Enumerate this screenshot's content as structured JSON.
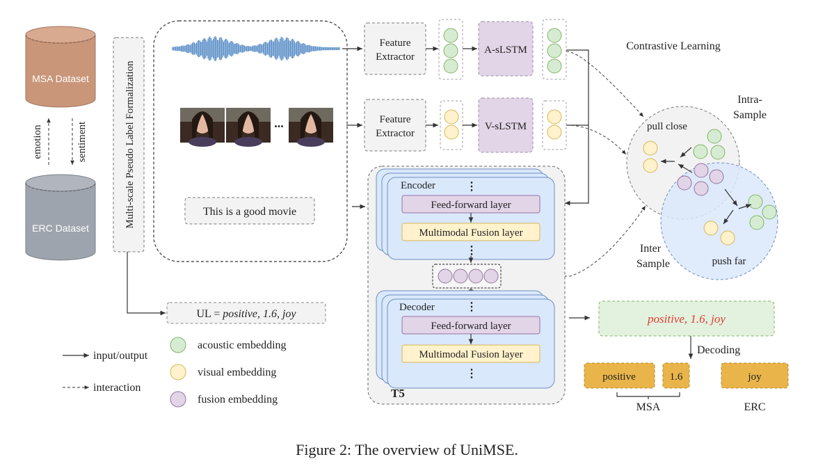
{
  "datasets": {
    "msa": "MSA Dataset",
    "erc": "ERC Dataset",
    "down_label": "emotion",
    "up_label": "sentiment"
  },
  "pseudo_label": {
    "formalization": "Multi-scale Pseudo Label Formalization",
    "ul_prefix": "UL = ",
    "ul_value": "positive, 1.6, joy"
  },
  "inputs": {
    "ellipsis": "...",
    "text_utterance": "This is a good movie"
  },
  "pipeline": {
    "feature_extractor_1": "Feature",
    "feature_extractor_2": "Extractor",
    "a_lstm": "A-sLSTM",
    "v_lstm": "V-sLSTM"
  },
  "t5": {
    "label": "T5",
    "encoder": "Encoder",
    "decoder": "Decoder",
    "ff_layer": "Feed-forward layer",
    "fusion_layer": "Multimodal Fusion layer",
    "vdots": "⋮"
  },
  "contrastive": {
    "title": "Contrastive Learning",
    "intra_1": "Intra-",
    "intra_2": "Sample",
    "inter_1": "Inter",
    "inter_2": "Sample",
    "pull_close": "pull close",
    "push_far": "push far"
  },
  "output": {
    "prediction": "positive, 1.6, joy",
    "decoding": "Decoding",
    "positive": "positive",
    "score": "1.6",
    "joy": "joy",
    "msa": "MSA",
    "erc": "ERC"
  },
  "legend": {
    "input_output": "input/output",
    "interaction": "interaction",
    "acoustic": "acoustic embedding",
    "visual": "visual embedding",
    "fusion": "fusion embedding"
  },
  "caption": "Figure 2: The overview of UniMSE.",
  "colors": {
    "acoustic_fill": "#d6ecd2",
    "acoustic_stroke": "#82b366",
    "visual_fill": "#fff2cc",
    "visual_stroke": "#d6b656",
    "fusion_fill": "#e1d5e7",
    "fusion_stroke": "#9673a6",
    "msa_cylinder": "#c9967a",
    "erc_cylinder": "#9ea4ad",
    "output_box": "#e9b54a",
    "prediction_text": "#e23b2e",
    "encoder_fill": "#dae8fc",
    "encoder_stroke": "#6c8ebf"
  }
}
